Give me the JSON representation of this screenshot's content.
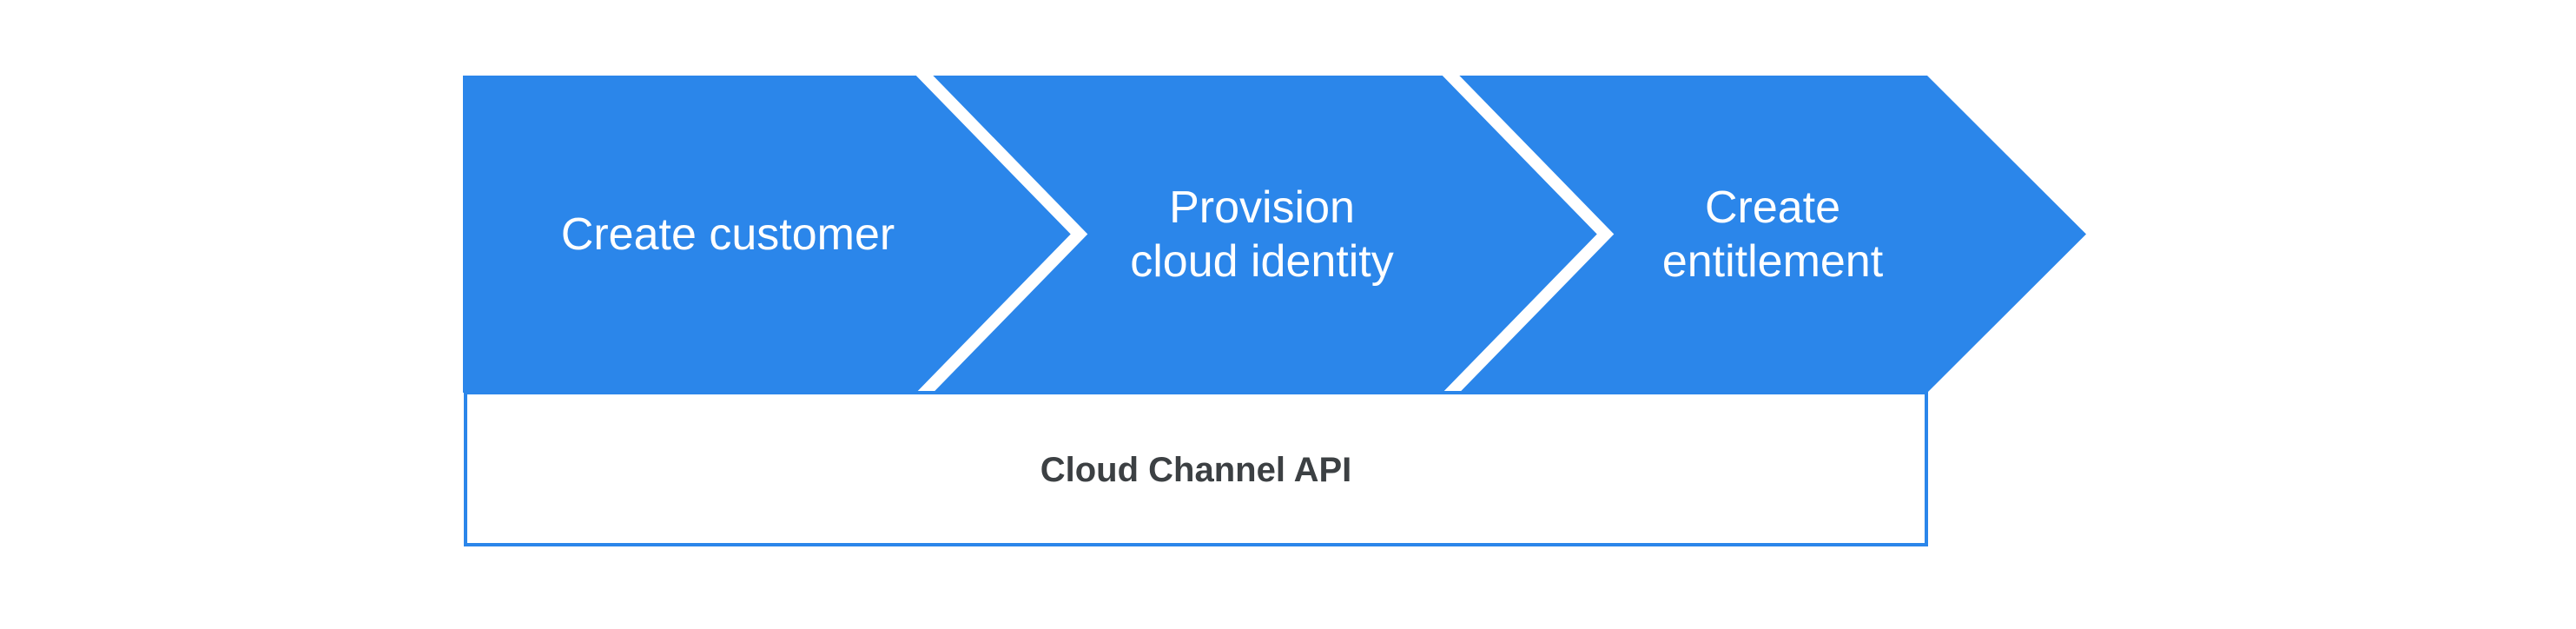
{
  "diagram": {
    "type": "process-flow",
    "steps": [
      {
        "label": "Create customer"
      },
      {
        "label": "Provision\ncloud identity"
      },
      {
        "label": "Create\nentitlement"
      }
    ],
    "api_box": {
      "label": "Cloud Channel API"
    },
    "colors": {
      "arrow_blue": "#2b86ea",
      "separator_white": "#ffffff",
      "box_fill": "#ffffff",
      "box_border": "#2b86ea",
      "step_text_color": "#ffffff",
      "api_text_color": "#3c4043",
      "background": "#ffffff"
    }
  }
}
